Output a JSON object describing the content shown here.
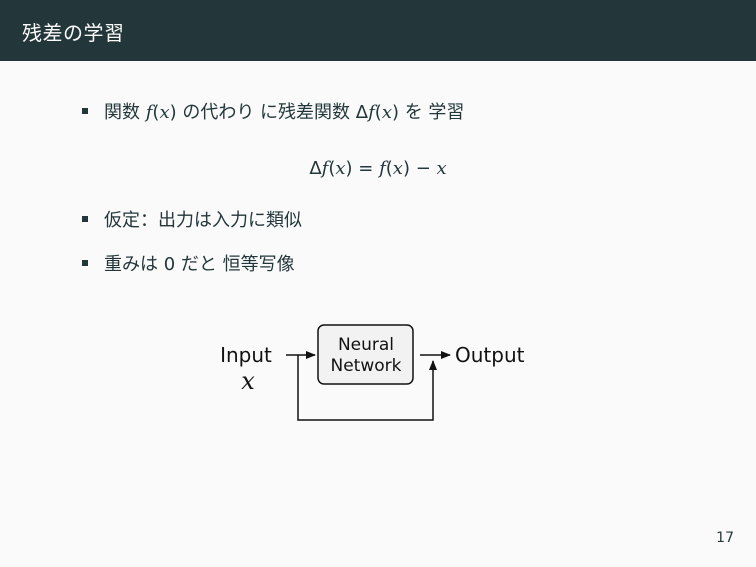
{
  "header": {
    "title": "残差の学習"
  },
  "bullets": [
    {
      "pre": "関数 ",
      "f1": "f",
      "mid1": "(",
      "x1": "x",
      "mid2": ") の代わり に残差関数 Δ",
      "f2": "f",
      "mid3": "(",
      "x2": "x",
      "post": ") を 学習"
    },
    {
      "text": "仮定：出力は入力に類似"
    },
    {
      "pre": "重みは ",
      "zero": "0",
      "post": " だと 恒等写像"
    }
  ],
  "equation": {
    "delta": "Δ",
    "f1": "f",
    "lp1": "(",
    "x1": "x",
    "rp1": ")",
    "eq": " = ",
    "f2": "f",
    "lp2": "(",
    "x2": "x",
    "rp2": ")",
    "minus": " − ",
    "x3": "x"
  },
  "diagram": {
    "input_label": "Input",
    "input_var": "x",
    "box_line1": "Neural",
    "box_line2": "Network",
    "output_label": "Output"
  },
  "page_number": "17"
}
